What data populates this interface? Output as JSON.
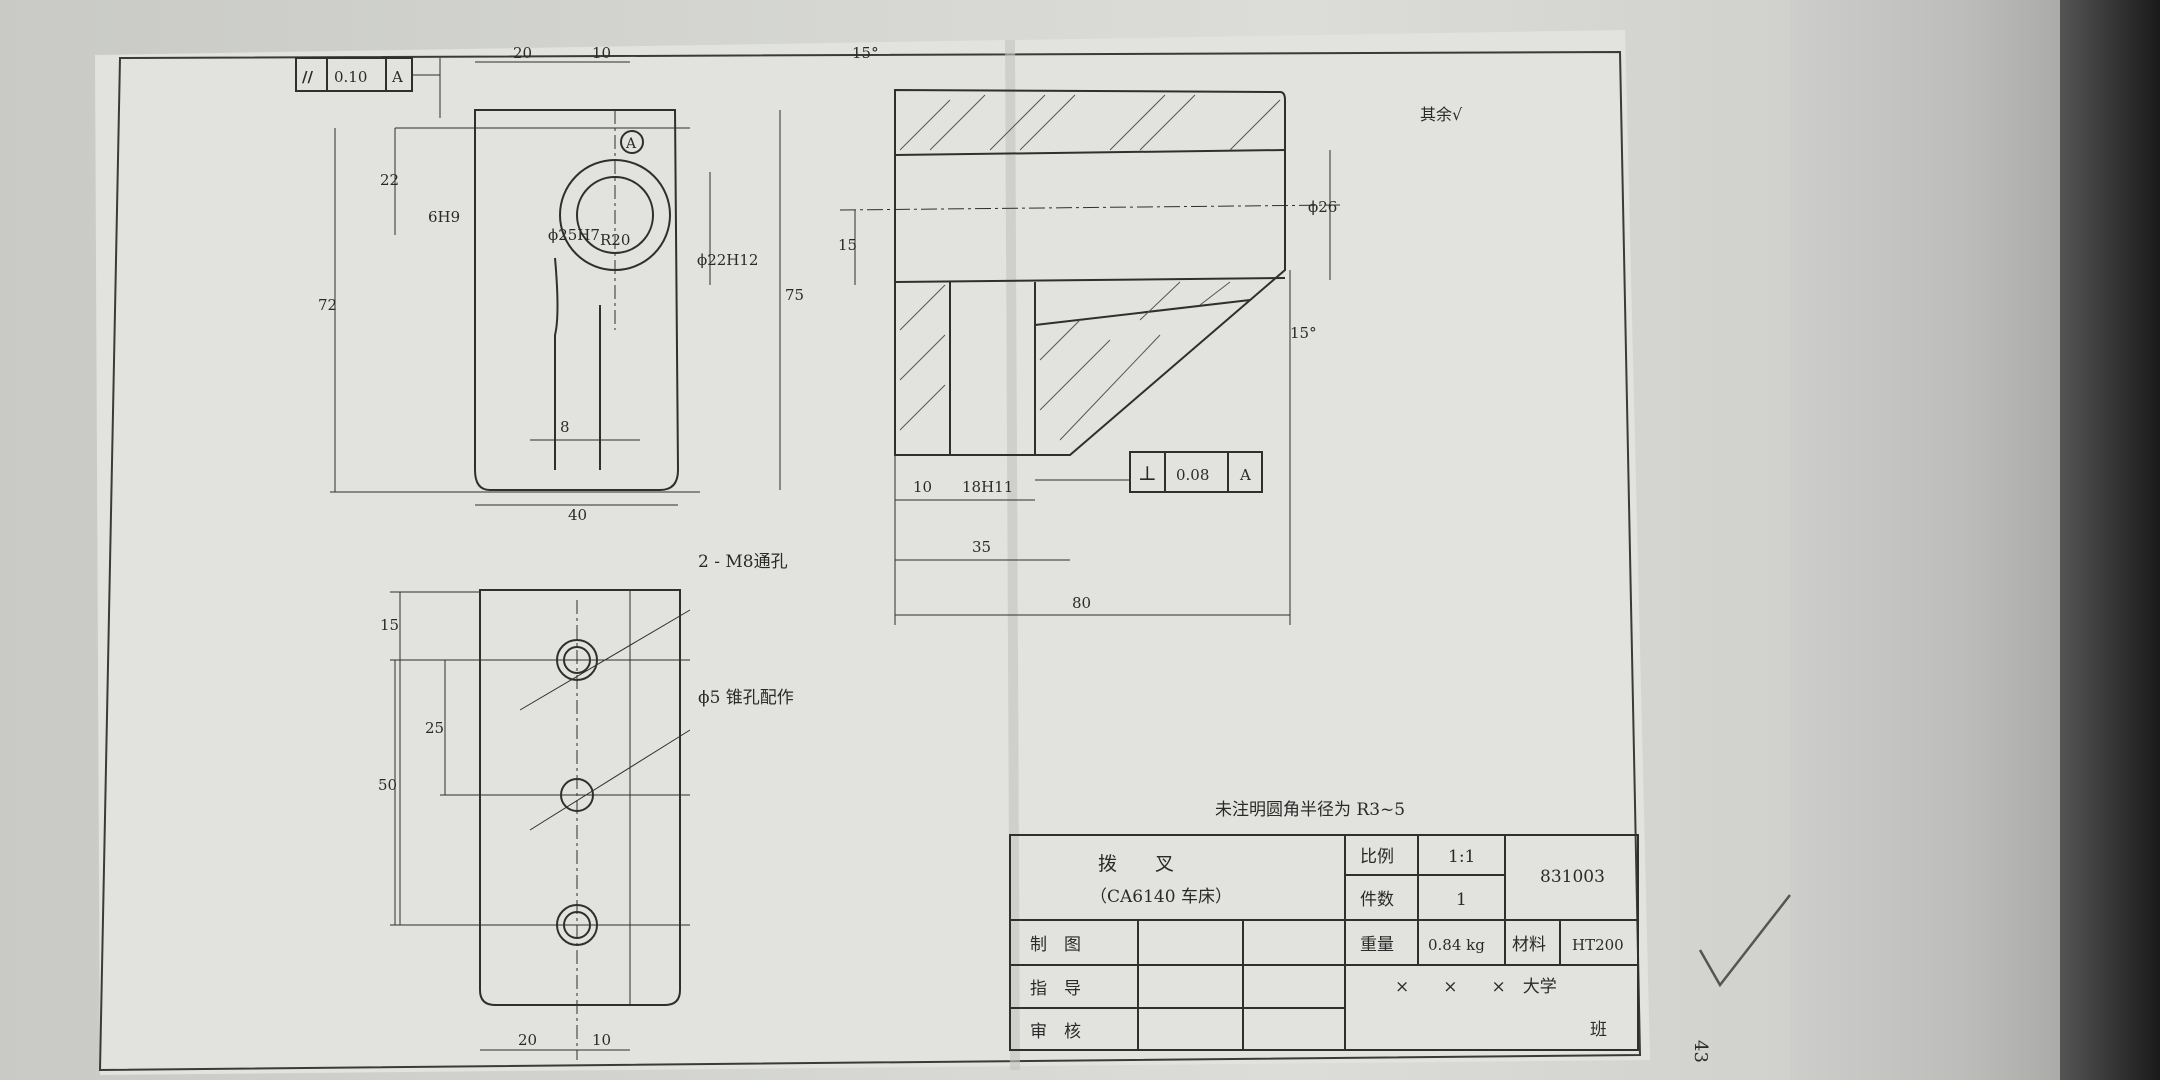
{
  "drawing": {
    "gdt_top": {
      "symbol": "//",
      "value": "0.10",
      "datum": "A"
    },
    "gdt_bottom": {
      "symbol": "⊥",
      "value": "0.08",
      "datum": "A"
    },
    "datum_marker": "A",
    "note_top_right": "其余√",
    "angle_top": "15°",
    "angle_right": "15°",
    "front_view_dims": {
      "top_20": "20",
      "top_10": "10",
      "h_22": "22",
      "h_6H9": "6H9",
      "h_72": "72",
      "h_75": "75",
      "bore": "ϕ25H7",
      "radius": "R20",
      "dia_22": "ϕ22H12",
      "slot_8": "8",
      "width_40": "40"
    },
    "section_view_dims": {
      "dia_26": "ϕ26",
      "h_15": "15",
      "w_10": "10",
      "w_18H11": "18H11",
      "w_35": "35",
      "w_80": "80"
    },
    "bottom_view_dims": {
      "h_15": "15",
      "h_25": "25",
      "h_50": "50",
      "w_20": "20",
      "w_10": "10"
    },
    "hole_callout_1": "2 - M8通孔",
    "hole_callout_2": "ϕ5 锥孔配作",
    "fillet_note": "未注明圆角半径为 R3~5",
    "page_number": "43"
  },
  "title_block": {
    "part_name": "拨　　叉",
    "part_sub": "（CA6140 车床）",
    "scale_label": "比例",
    "scale_value": "1:1",
    "drawing_no": "831003",
    "qty_label": "件数",
    "qty_value": "1",
    "weight_label": "重量",
    "weight_value": "0.84 kg",
    "material_label": "材料",
    "material_value": "HT200",
    "drawn_label": "制　图",
    "guide_label": "指　导",
    "review_label": "审　核",
    "school": "×　　×　　×　大学",
    "class_label": "班"
  }
}
